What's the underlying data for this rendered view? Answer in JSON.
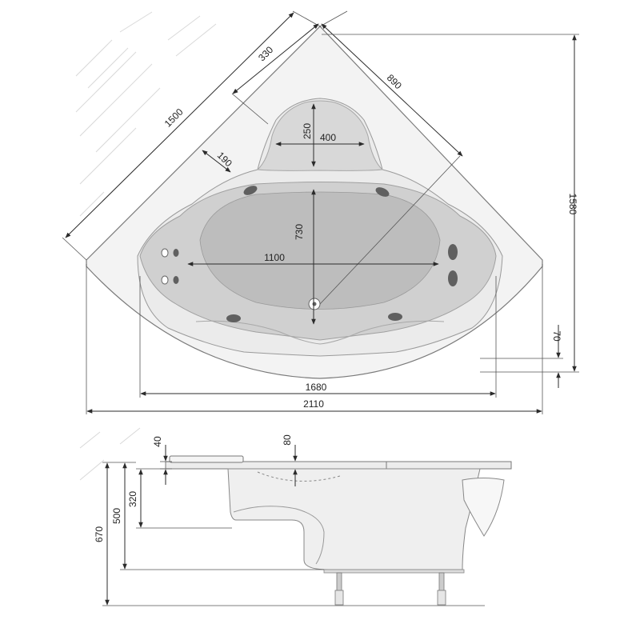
{
  "plan_view": {
    "dimensions": {
      "d330": "330",
      "d890": "890",
      "d1500": "1500",
      "d250": "250",
      "d400": "400",
      "d190": "190",
      "d730": "730",
      "d1100": "1100",
      "d1580": "1580",
      "d70": "70",
      "d1680": "1680",
      "d2110": "2110"
    }
  },
  "side_view": {
    "dimensions": {
      "d40": "40",
      "d80": "80",
      "d320": "320",
      "d500": "500",
      "d670": "670"
    }
  }
}
